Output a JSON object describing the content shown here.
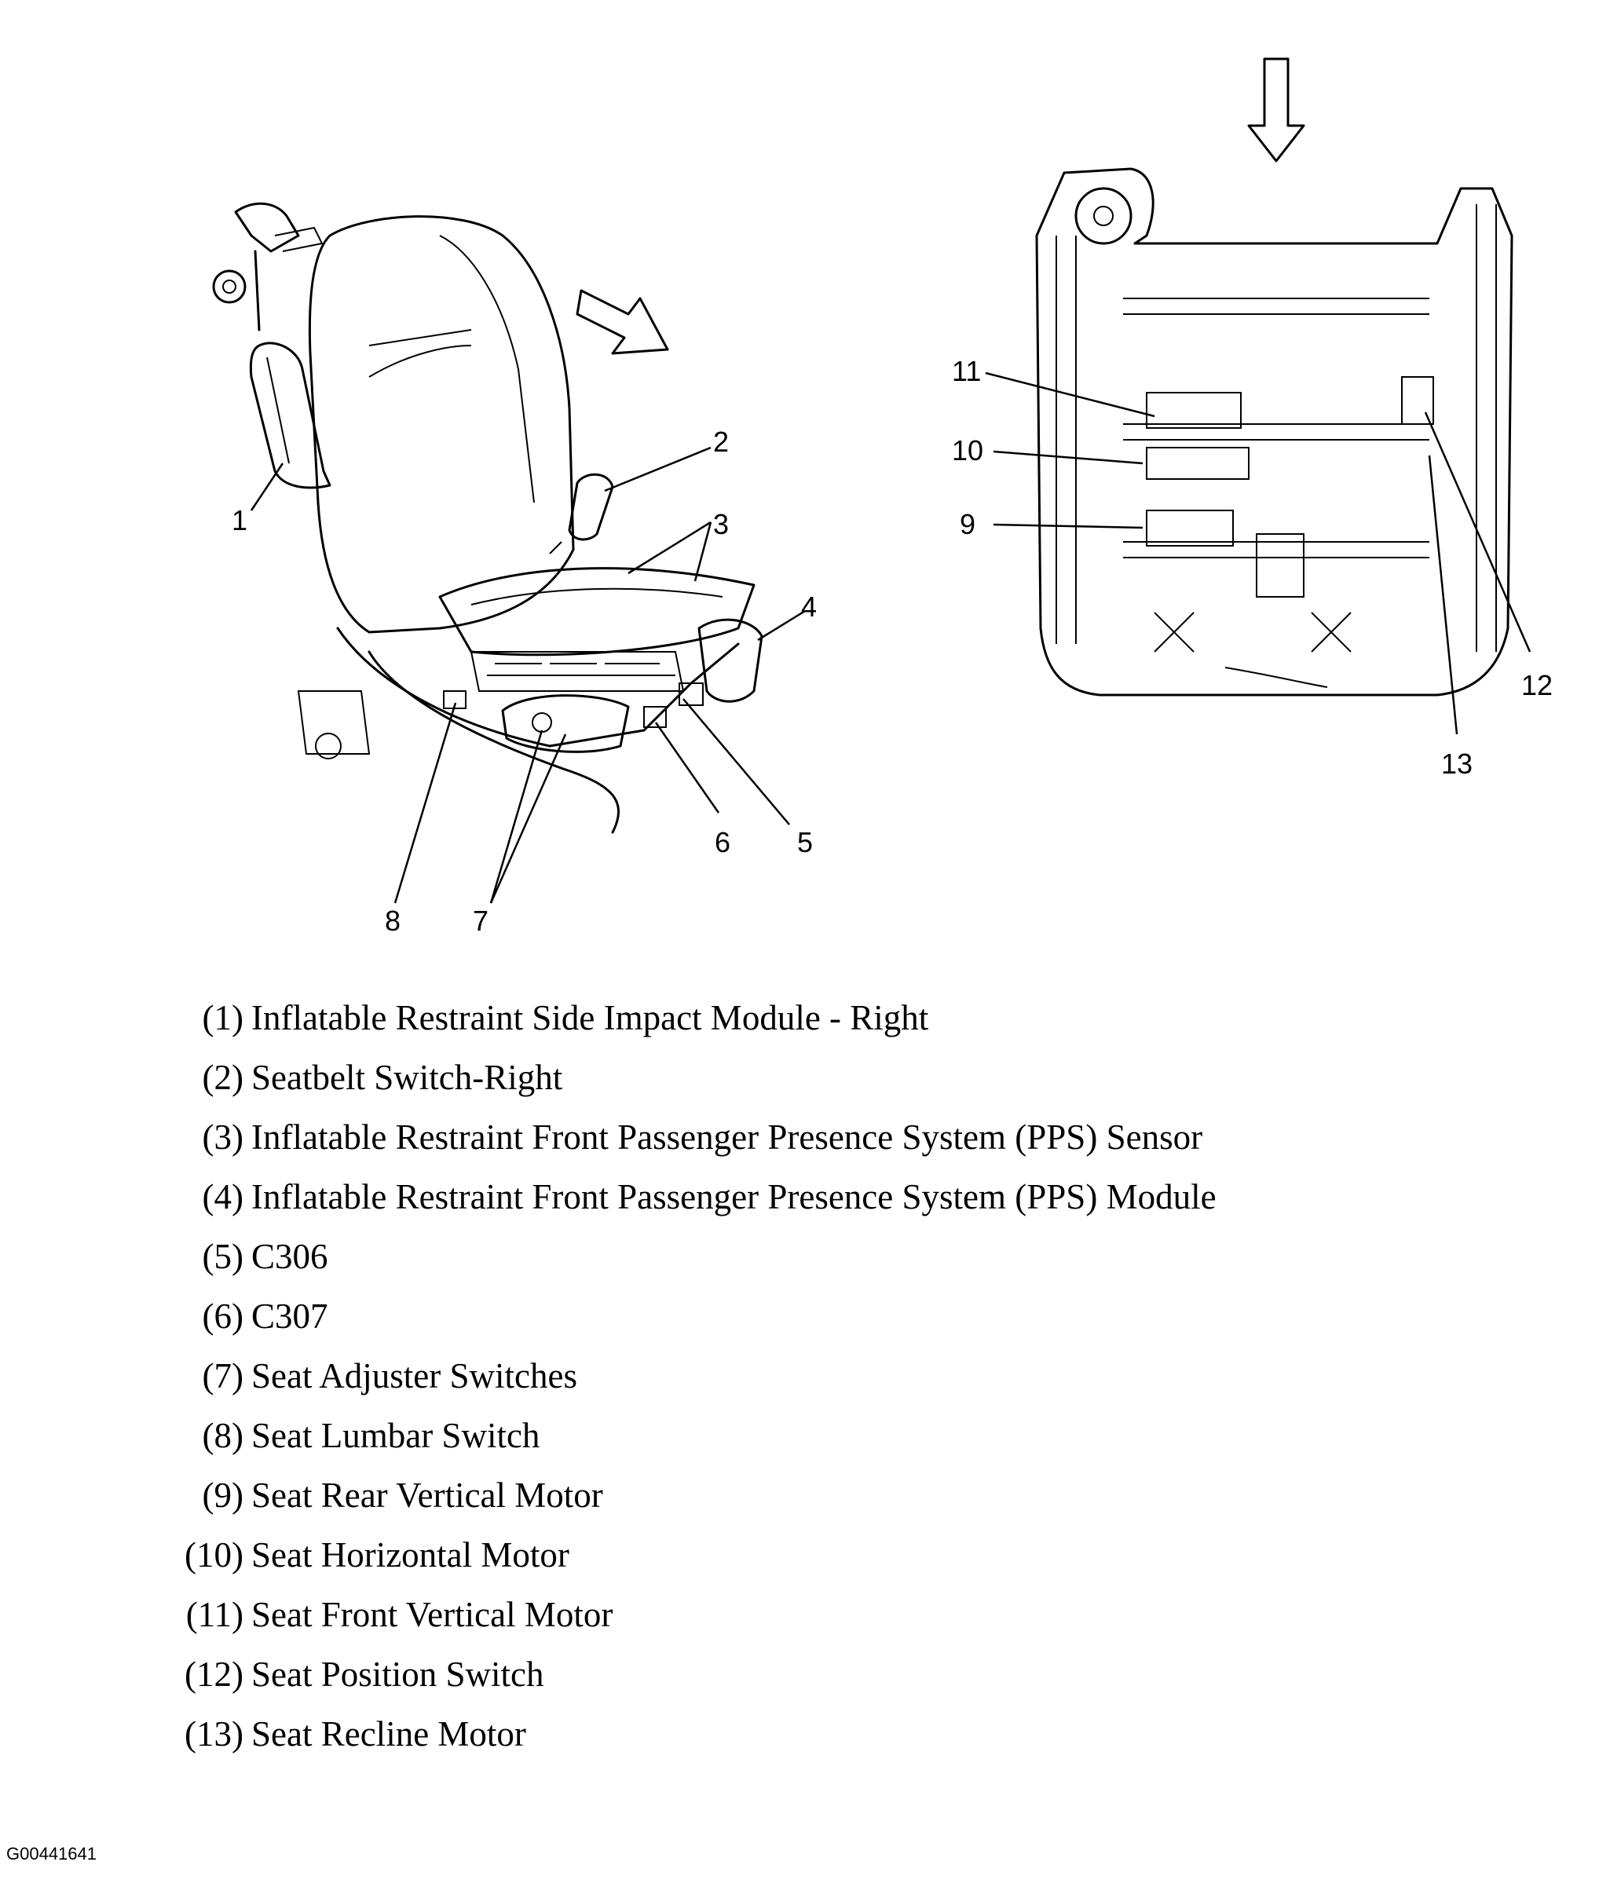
{
  "callouts": {
    "left_view": [
      "1",
      "2",
      "3",
      "4",
      "5",
      "6",
      "7",
      "8"
    ],
    "right_view": [
      "9",
      "10",
      "11",
      "12",
      "13"
    ]
  },
  "legend": [
    {
      "num": "(1)",
      "text": "Inflatable Restraint Side Impact Module - Right"
    },
    {
      "num": "(2)",
      "text": "Seatbelt Switch-Right"
    },
    {
      "num": "(3)",
      "text": "Inflatable Restraint Front Passenger Presence System (PPS) Sensor"
    },
    {
      "num": "(4)",
      "text": "Inflatable Restraint Front Passenger Presence System (PPS) Module"
    },
    {
      "num": "(5)",
      "text": "C306"
    },
    {
      "num": "(6)",
      "text": "C307"
    },
    {
      "num": "(7)",
      "text": "Seat Adjuster Switches"
    },
    {
      "num": "(8)",
      "text": "Seat Lumbar Switch"
    },
    {
      "num": "(9)",
      "text": "Seat Rear Vertical Motor"
    },
    {
      "num": "(10)",
      "text": "Seat Horizontal Motor"
    },
    {
      "num": "(11)",
      "text": "Seat Front Vertical Motor"
    },
    {
      "num": "(12)",
      "text": "Seat Position Switch"
    },
    {
      "num": "(13)",
      "text": "Seat Recline Motor"
    }
  ],
  "figure_id": "G00441641",
  "icons": {
    "left_arrow": "view-direction-arrow-icon",
    "top_arrow": "view-direction-arrow-icon"
  }
}
